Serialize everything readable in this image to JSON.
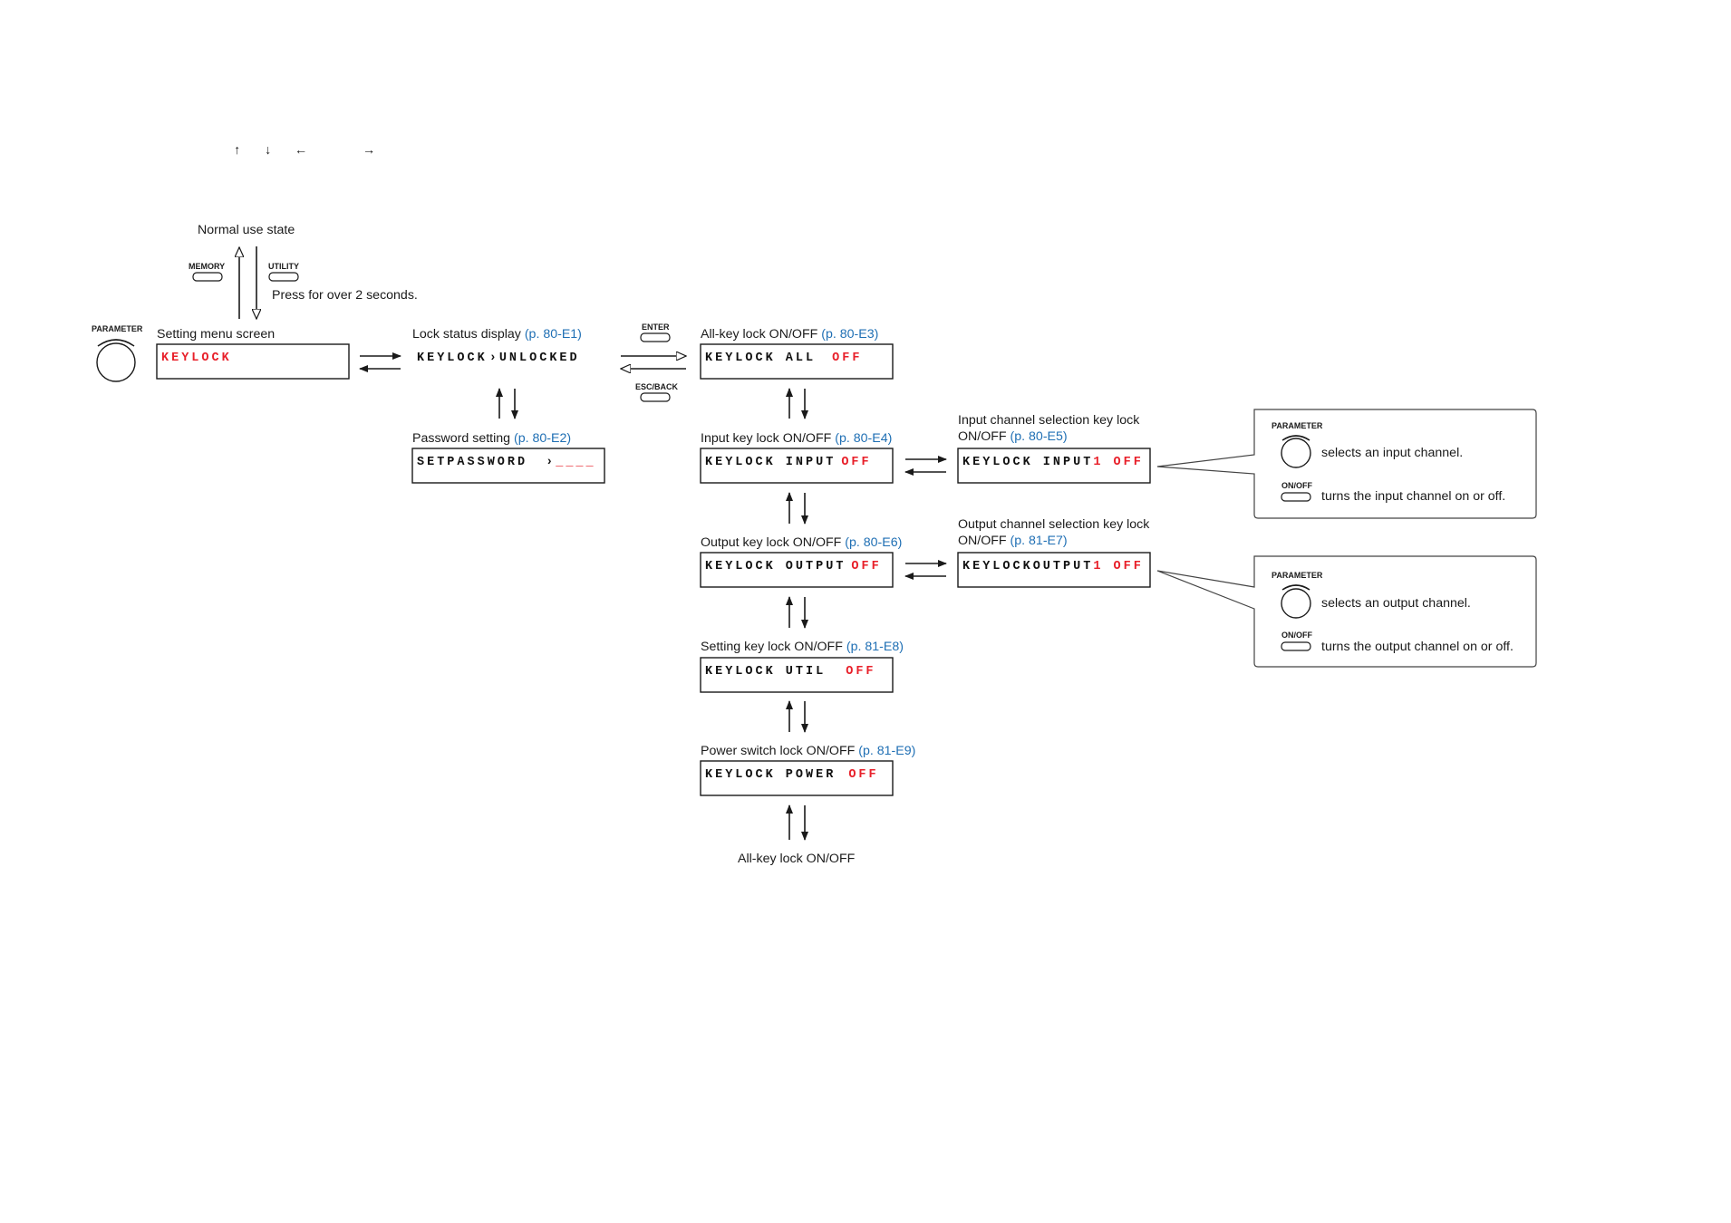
{
  "nav_symbols": {
    "up": "↑",
    "down": "↓",
    "left": "←",
    "right": "→"
  },
  "colors": {
    "red": "#e8202a",
    "link": "#1f6fb4"
  },
  "top": {
    "normal_state": "Normal use state",
    "memory_btn": "MEMORY",
    "utility_btn": "UTILITY",
    "press_note": "Press for over 2 seconds."
  },
  "parameter_knob": "PARAMETER",
  "buttons": {
    "enter": "ENTER",
    "esc_back": "ESC/BACK"
  },
  "setting_menu": {
    "label": "Setting menu screen",
    "lcd": "KEYLOCK"
  },
  "lock_status": {
    "label": "Lock status display",
    "ref": "(p. 80-E1)",
    "lcd_a": "KEYLOCK",
    "lcd_sep": "›",
    "lcd_b": "UNLOCKED"
  },
  "password": {
    "label": "Password setting",
    "ref": "(p. 80-E2)",
    "lcd_a": "SETPASSWORD",
    "lcd_sep": "›",
    "lcd_red": "____"
  },
  "all_key": {
    "label": "All-key lock ON/OFF",
    "ref": "(p. 80-E3)",
    "lcd_a": "KEYLOCK ALL",
    "lcd_red": "OFF"
  },
  "input_key": {
    "label": "Input key lock ON/OFF",
    "ref": "(p. 80-E4)",
    "lcd_a": "KEYLOCK INPUT",
    "lcd_red": "OFF"
  },
  "input_ch": {
    "label1": "Input channel selection key lock",
    "label2": "ON/OFF",
    "ref": "(p. 80-E5)",
    "lcd_a": "KEYLOCK INPUT",
    "lcd_red": "1 OFF"
  },
  "output_key": {
    "label": "Output key lock ON/OFF",
    "ref": "(p. 80-E6)",
    "lcd_a": "KEYLOCK OUTPUT",
    "lcd_red": "OFF"
  },
  "output_ch": {
    "label1": "Output channel selection key lock",
    "label2": "ON/OFF",
    "ref": "(p. 81-E7)",
    "lcd_a": "KEYLOCKOUTPUT",
    "lcd_red": "1 OFF"
  },
  "setting_key": {
    "label": "Setting key lock ON/OFF",
    "ref": "(p. 81-E8)",
    "lcd_a": "KEYLOCK UTIL",
    "lcd_red": "OFF"
  },
  "power_lock": {
    "label": "Power switch lock ON/OFF",
    "ref": "(p. 81-E9)",
    "lcd_a": "KEYLOCK POWER",
    "lcd_red": "OFF"
  },
  "bottom_label": "All-key lock ON/OFF",
  "callout_input": {
    "knob": "PARAMETER",
    "knob_text": "selects an input channel.",
    "btn": "ON/OFF",
    "btn_text": "turns the input channel on or off."
  },
  "callout_output": {
    "knob": "PARAMETER",
    "knob_text": "selects an output channel.",
    "btn": "ON/OFF",
    "btn_text": "turns the output channel on or off."
  }
}
